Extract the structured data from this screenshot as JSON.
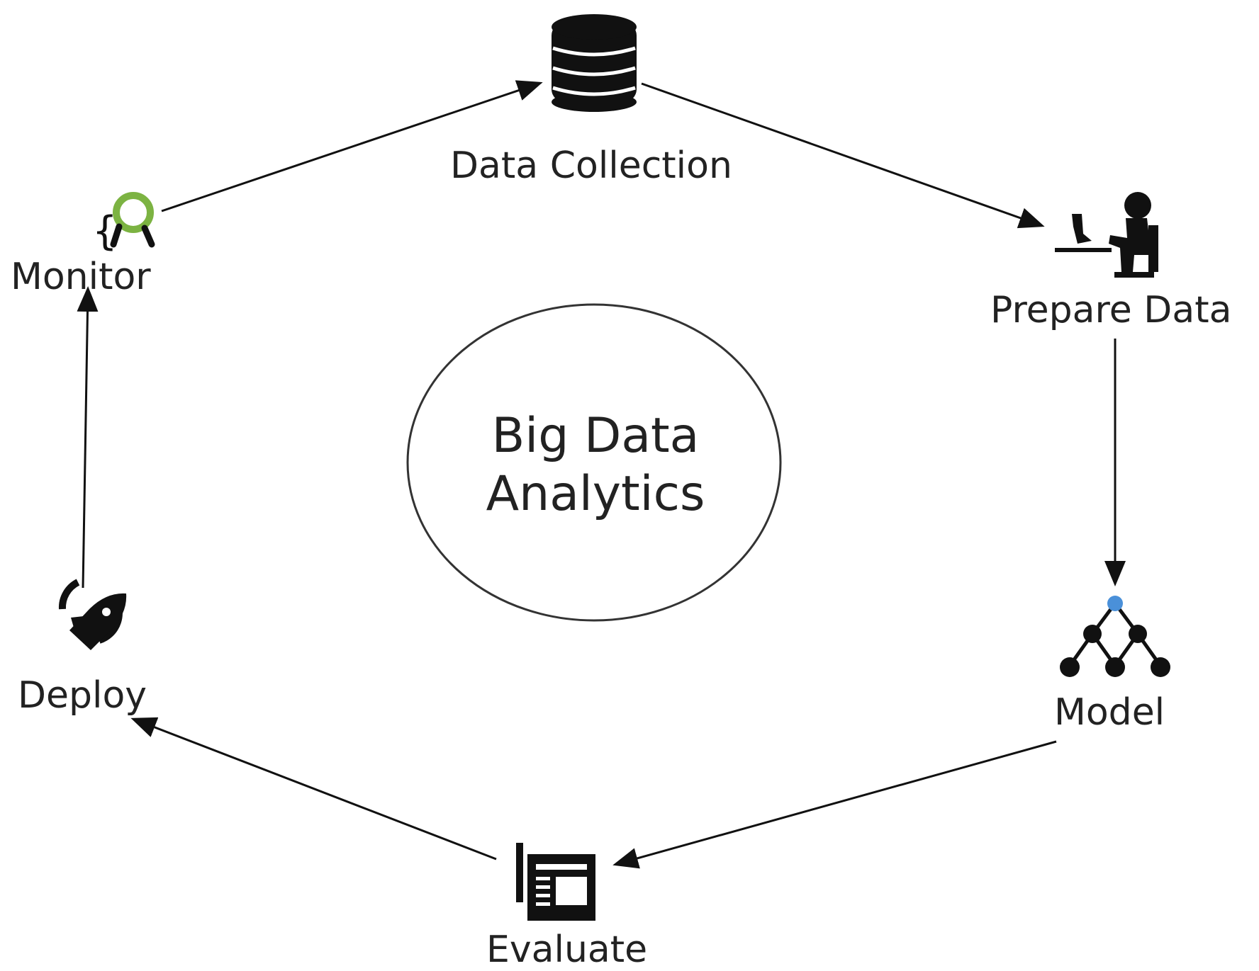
{
  "diagram": {
    "center": {
      "line1": "Big Data",
      "line2": "Analytics"
    },
    "stages": [
      {
        "label": "Data Collection",
        "icon": "database-icon"
      },
      {
        "label": "Prepare Data",
        "icon": "person-at-desk-icon"
      },
      {
        "label": "Model",
        "icon": "tree-model-icon"
      },
      {
        "label": "Evaluate",
        "icon": "report-icon"
      },
      {
        "label": "Deploy",
        "icon": "rocket-icon"
      },
      {
        "label": "Monitor",
        "icon": "magnifier-icon"
      }
    ],
    "colors": {
      "stroke": "#111111",
      "monitor_accent": "#7cb342",
      "model_root": "#4a90d9"
    }
  }
}
